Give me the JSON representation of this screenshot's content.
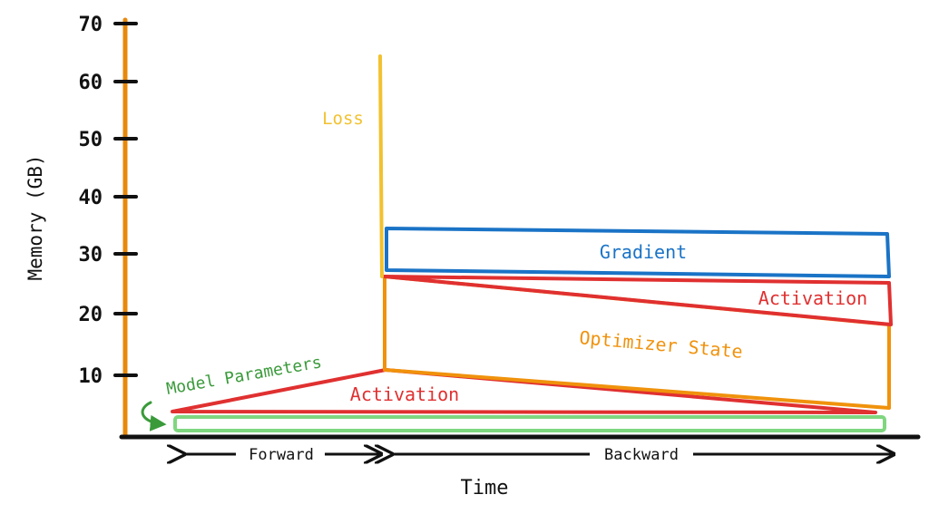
{
  "y_axis": {
    "label": "Memory (GB)",
    "ticks": [
      "70",
      "60",
      "50",
      "40",
      "30",
      "20",
      "10"
    ]
  },
  "x_axis": {
    "label": "Time",
    "phases": [
      "Forward",
      "Backward"
    ]
  },
  "regions": {
    "loss": "Loss",
    "gradient": "Gradient",
    "activation_backward": "Activation",
    "optimizer_state": "Optimizer State",
    "activation_forward": "Activation",
    "model_parameters": "Model Parameters"
  },
  "colors": {
    "axis": "#111111",
    "y_axis_line": "#e8890c",
    "loss": "#f2c12e",
    "gradient": "#1a73c6",
    "activation": "#e03030",
    "optimizer_state": "#f0920c",
    "model_parameters": "#3a9a3a",
    "model_parameters_fill": "#7fd67f"
  }
}
